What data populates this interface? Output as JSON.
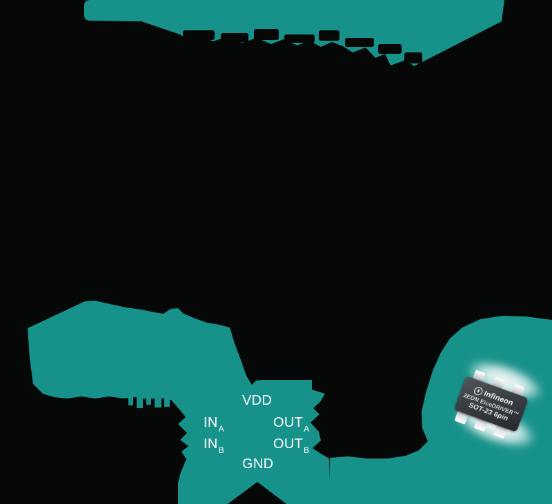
{
  "colors": {
    "background": "#060707",
    "accent_teal": "#17928A",
    "pin_label_text": "#FFFFFF",
    "chip_body": "#3A3E43"
  },
  "pin_diagram": {
    "vdd": "VDD",
    "gnd": "GND",
    "in_a": {
      "base": "IN",
      "sub": "A"
    },
    "in_b": {
      "base": "IN",
      "sub": "B"
    },
    "out_a": {
      "base": "OUT",
      "sub": "A"
    },
    "out_b": {
      "base": "OUT",
      "sub": "B"
    }
  },
  "chip": {
    "brand": "Infineon",
    "product_line": "2EDN EiceDRIVER™",
    "package": "SOT-23 6pin"
  }
}
